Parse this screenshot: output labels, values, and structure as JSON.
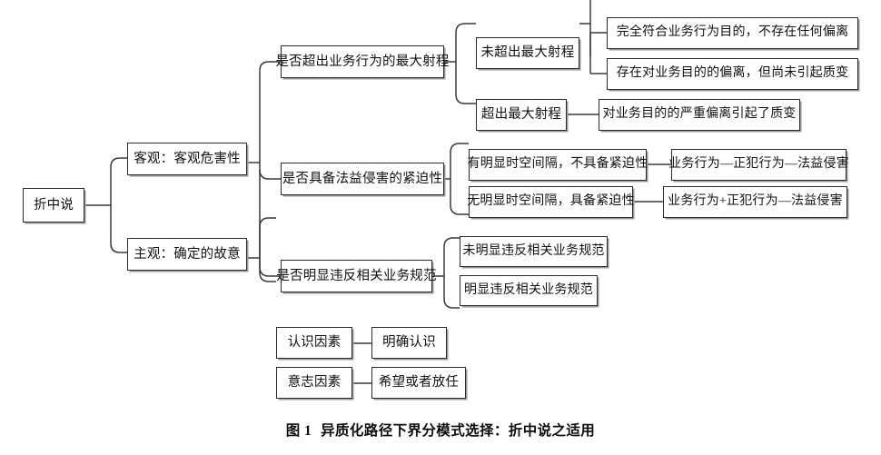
{
  "figure": {
    "caption_number": "图 1",
    "caption_text": "异质化路径下界分模式选择：折中说之适用"
  },
  "colors": {
    "box_border": "#2b2b2b",
    "box_fill": "#ffffff",
    "connector": "#3a3a3a",
    "shadow": "#9a9a9a",
    "text": "#111111",
    "page_background": "#ffffff"
  },
  "tree": {
    "root": {
      "id": "root",
      "label": "折中说"
    },
    "level2": [
      {
        "id": "objective",
        "label": "客观：客观危害性"
      },
      {
        "id": "subjective",
        "label": "主观：确定的故意"
      }
    ],
    "level3": [
      {
        "id": "max-range",
        "label": "是否超出业务行为的最大射程",
        "parent": "objective"
      },
      {
        "id": "urgency",
        "label": "是否具备法益侵害的紧迫性",
        "parent": "objective"
      },
      {
        "id": "norms",
        "label": "是否明显违反相关业务规范",
        "parent": "objective"
      },
      {
        "id": "cognitive-factor",
        "label": "认识因素",
        "parent": "subjective"
      },
      {
        "id": "volitional-factor",
        "label": "意志因素",
        "parent": "subjective"
      }
    ],
    "level4": [
      {
        "id": "not-exceed-range",
        "label": "未超出最大射程",
        "parent": "max-range"
      },
      {
        "id": "exceed-range",
        "label": "超出最大射程",
        "parent": "max-range"
      },
      {
        "id": "has-interval",
        "label": "有明显时空间隔，不具备紧迫性",
        "parent": "urgency"
      },
      {
        "id": "no-interval",
        "label": "无明显时空间隔，具备紧迫性",
        "parent": "urgency"
      },
      {
        "id": "not-violate-norms",
        "label": "未明显违反相关业务规范",
        "parent": "norms"
      },
      {
        "id": "violate-norms",
        "label": "明显违反相关业务规范",
        "parent": "norms"
      },
      {
        "id": "clear-knowledge",
        "label": "明确认识",
        "parent": "cognitive-factor"
      },
      {
        "id": "hope-or-indulge",
        "label": "希望或者放任",
        "parent": "volitional-factor"
      }
    ],
    "level5": [
      {
        "id": "fully-conform",
        "label": "完全符合业务行为目的，不存在任何偏离",
        "parent": "not-exceed-range"
      },
      {
        "id": "deviation-no-qualitative-change",
        "label": "存在对业务目的的偏离，但尚未引起质变",
        "parent": "not-exceed-range"
      },
      {
        "id": "serious-deviation",
        "label": "对业务目的的严重偏离引起了质变",
        "parent": "exceed-range"
      },
      {
        "id": "chain-separate",
        "label": "业务行为—正犯行为—法益侵害",
        "parent": "has-interval"
      },
      {
        "id": "chain-joint",
        "label": "业务行为+正犯行为—法益侵害",
        "parent": "no-interval"
      }
    ]
  }
}
